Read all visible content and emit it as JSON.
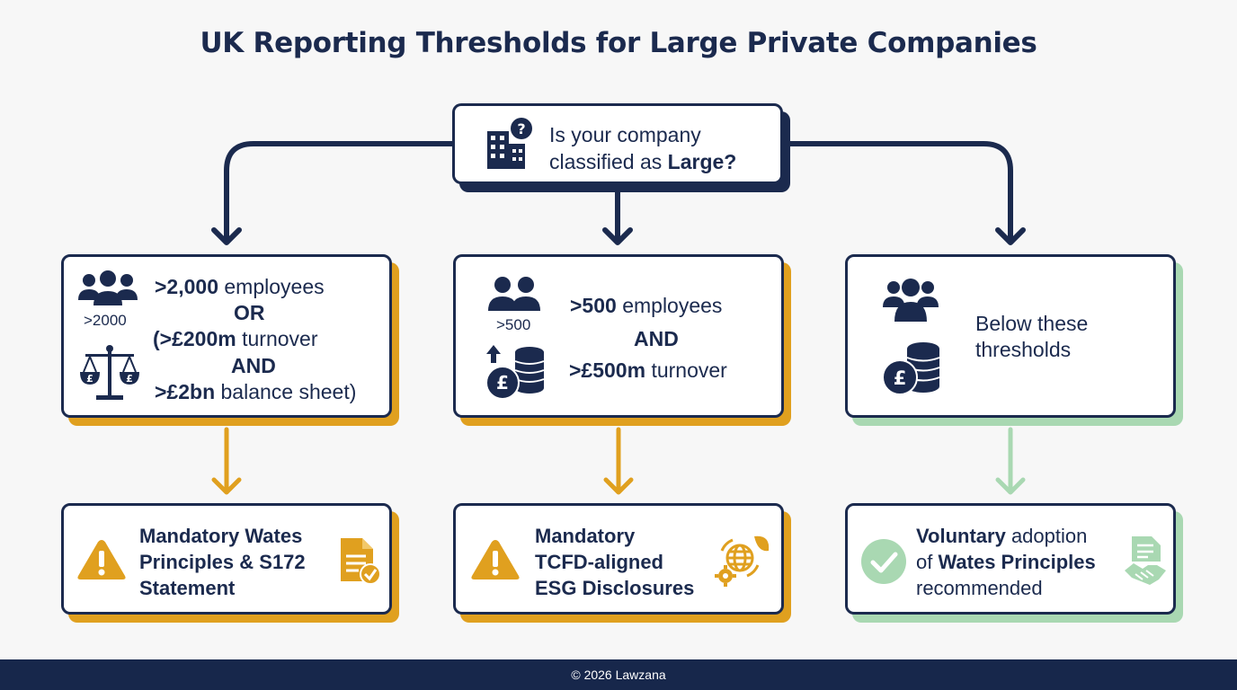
{
  "title": "UK Reporting Thresholds for Large Private Companies",
  "question": {
    "line1": "Is your company",
    "line2_prefix": "classified as ",
    "line2_bold": "Large?"
  },
  "criteria": [
    {
      "badge": ">2000",
      "lines": [
        {
          "bold": ">2,000",
          "text": " employees"
        },
        {
          "bold": "OR",
          "text": ""
        },
        {
          "bold": "(>£200m",
          "text": " turnover"
        },
        {
          "bold": "AND",
          "text": ""
        },
        {
          "bold": ">£2bn",
          "text": " balance sheet)"
        }
      ]
    },
    {
      "badge": ">500",
      "lines": [
        {
          "bold": ">500",
          "text": " employees"
        },
        {
          "bold": "AND",
          "text": ""
        },
        {
          "bold": ">£500m",
          "text": " turnover"
        }
      ]
    },
    {
      "lines": [
        {
          "text": "Below these"
        },
        {
          "text": "thresholds"
        }
      ]
    }
  ],
  "outcomes": [
    {
      "lines": [
        "Mandatory Wates",
        "Principles & S172",
        "Statement"
      ]
    },
    {
      "lines": [
        "Mandatory",
        "TCFD-aligned",
        "ESG Disclosures"
      ]
    },
    {
      "line1_bold": "Voluntary",
      "line1_rest": " adoption",
      "line2_pre": "of ",
      "line2_bold": "Wates Principles",
      "line3": "recommended"
    }
  ],
  "footer": "© 2026 Lawzana",
  "colors": {
    "navy": "#1b2a4e",
    "amber": "#e0a01f",
    "green": "#a9d8b2",
    "footer_bg": "#17274b"
  },
  "icons": [
    "building-question-icon",
    "people-icon",
    "scales-pound-icon",
    "coins-arrow-icon",
    "coins-pound-icon",
    "warning-icon",
    "document-check-icon",
    "globe-leaf-gear-icon",
    "checkmark-circle-icon",
    "handshake-document-icon"
  ]
}
